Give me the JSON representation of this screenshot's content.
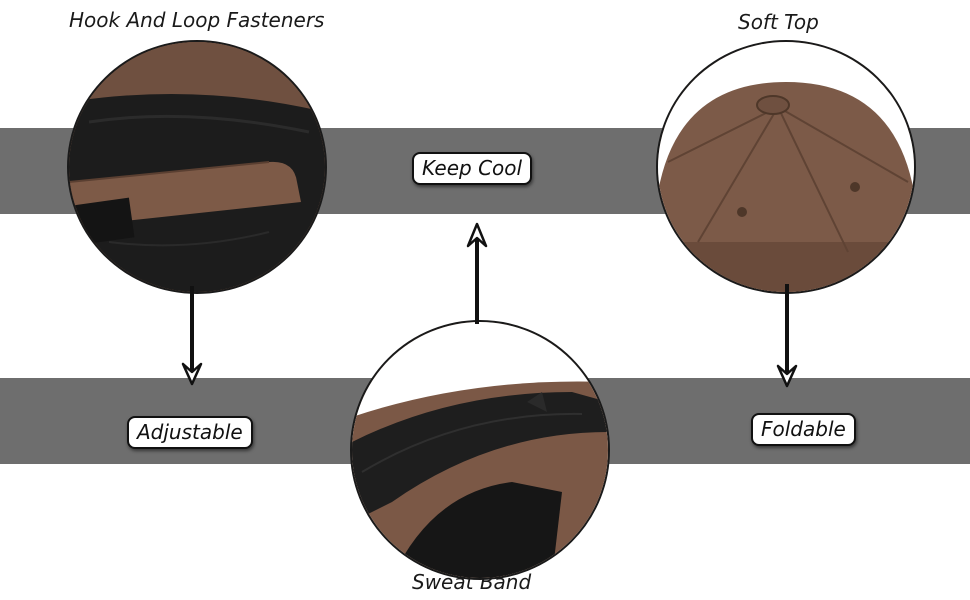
{
  "labels": {
    "hook_and_loop": "Hook And Loop Fasteners",
    "soft_top": "Soft Top",
    "sweat_band": "Sweat Band"
  },
  "badges": {
    "keep_cool": "Keep Cool",
    "adjustable": "Adjustable",
    "foldable": "Foldable"
  },
  "colors": {
    "band_gray": "#6e6e6e",
    "fabric_brown": "#7a5a46",
    "inner_black": "#1b1b1b",
    "outline": "#111111"
  }
}
